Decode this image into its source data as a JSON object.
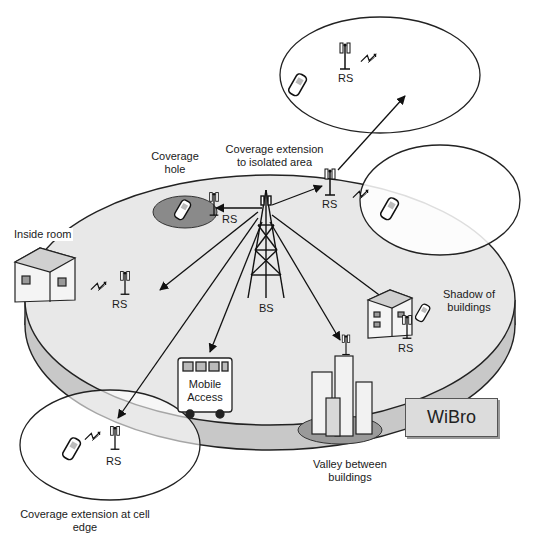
{
  "diagram": {
    "nodes": [
      {
        "text": [
          "WiBro"
        ]
      }
    ],
    "labels": [
      "Coverage extension to isolated area",
      "RS",
      "Coverage hole",
      "RS",
      "Inside room",
      "RS",
      "Shadow of buildings",
      "RS",
      "BS",
      "RS",
      "Mobile Access",
      "Valley between buildings",
      "RS",
      "Coverage extension at cell edge"
    ]
  }
}
